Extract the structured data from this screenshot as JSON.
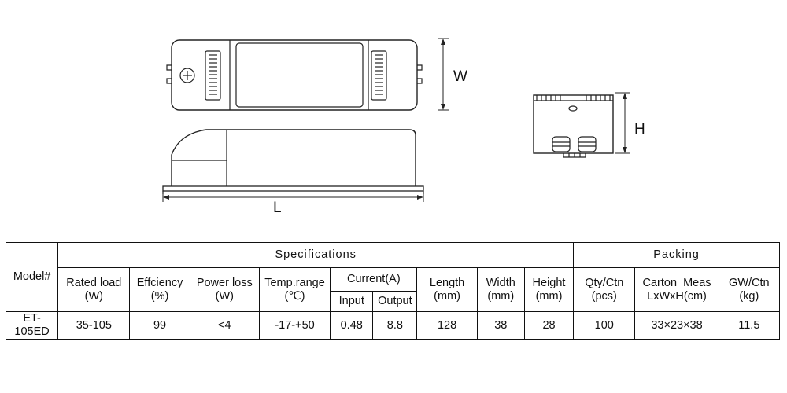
{
  "drawing": {
    "dimension_labels": {
      "width": "W",
      "length": "L",
      "height": "H"
    }
  },
  "table": {
    "model_header": "Model#",
    "groups": {
      "specifications": "Specifications",
      "packing": "Packing"
    },
    "columns": {
      "rated_load": {
        "line1": "Rated load",
        "line2": "(W)"
      },
      "efficiency": {
        "line1": "Effciency",
        "line2": "(%)"
      },
      "power_loss": {
        "line1": "Power loss",
        "line2": "(W)"
      },
      "temp_range": {
        "line1": "Temp.range",
        "line2": "(℃)"
      },
      "current": {
        "label": "Current(A)",
        "input": "Input",
        "output": "Output"
      },
      "length": {
        "line1": "Length",
        "line2": "(mm)"
      },
      "width": {
        "line1": "Width",
        "line2": "(mm)"
      },
      "height": {
        "line1": "Height",
        "line2": "(mm)"
      },
      "qty_ctn": {
        "line1": "Qty/Ctn",
        "line2": "(pcs)"
      },
      "carton_meas": {
        "line1": "Carton  Meas",
        "line2": "LxWxH(cm)"
      },
      "gw_ctn": {
        "line1": "GW/Ctn",
        "line2": "(kg)"
      }
    },
    "rows": [
      {
        "model": "ET-105ED",
        "rated_load": "35-105",
        "efficiency": "99",
        "power_loss": "<4",
        "temp_range": "-17-+50",
        "input": "0.48",
        "output": "8.8",
        "length": "128",
        "width": "38",
        "height": "28",
        "qty_ctn": "100",
        "carton_meas": "33×23×38",
        "gw_ctn": "11.5"
      }
    ]
  }
}
